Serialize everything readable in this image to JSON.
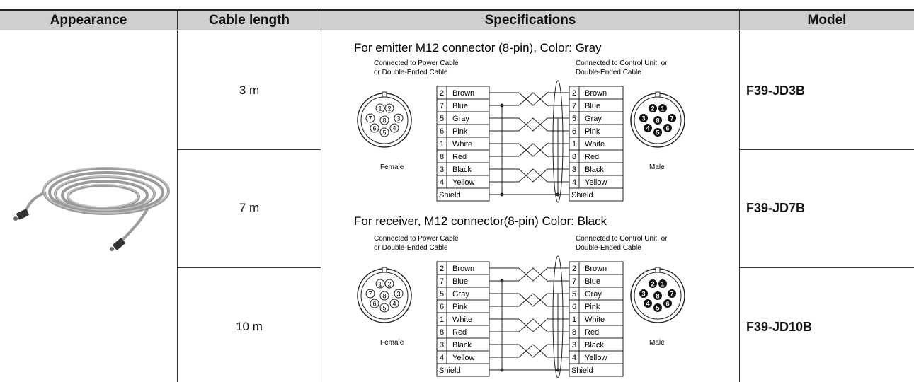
{
  "headers": {
    "appearance": "Appearance",
    "cable_length": "Cable length",
    "specifications": "Specifications",
    "model": "Model"
  },
  "rows": [
    {
      "length": "3 m",
      "model": "F39-JD3B"
    },
    {
      "length": "7 m",
      "model": "F39-JD7B"
    },
    {
      "length": "10 m",
      "model": "F39-JD10B"
    }
  ],
  "specs": {
    "emitter": {
      "title": "For emitter M12 connector (8-pin), Color: Gray",
      "left_note_1": "Connected to Power Cable",
      "left_note_2": "or Double-Ended Cable",
      "right_note_1": "Connected to Control Unit, or",
      "right_note_2": "Double-Ended Cable",
      "female_label": "Female",
      "male_label": "Male"
    },
    "receiver": {
      "title": "For receiver, M12 connector(8-pin) Color: Black",
      "left_note_1": "Connected to Power Cable",
      "left_note_2": "or Double-Ended Cable",
      "right_note_1": "Connected to Control Unit, or",
      "right_note_2": "Double-Ended Cable",
      "female_label": "Female",
      "male_label": "Male"
    },
    "wires": [
      {
        "pin": "2",
        "color": "Brown"
      },
      {
        "pin": "7",
        "color": "Blue"
      },
      {
        "pin": "5",
        "color": "Gray"
      },
      {
        "pin": "6",
        "color": "Pink"
      },
      {
        "pin": "1",
        "color": "White"
      },
      {
        "pin": "8",
        "color": "Red"
      },
      {
        "pin": "3",
        "color": "Black"
      },
      {
        "pin": "4",
        "color": "Yellow"
      }
    ],
    "shield": "Shield",
    "female_pins": [
      "1",
      "2",
      "3",
      "4",
      "5",
      "6",
      "7",
      "8"
    ],
    "male_pins": [
      "2",
      "1",
      "3",
      "8",
      "7",
      "4",
      "6",
      "5"
    ]
  },
  "colors": {
    "header_bg": "#cfcfcf",
    "cable": "#a6a6a6"
  }
}
